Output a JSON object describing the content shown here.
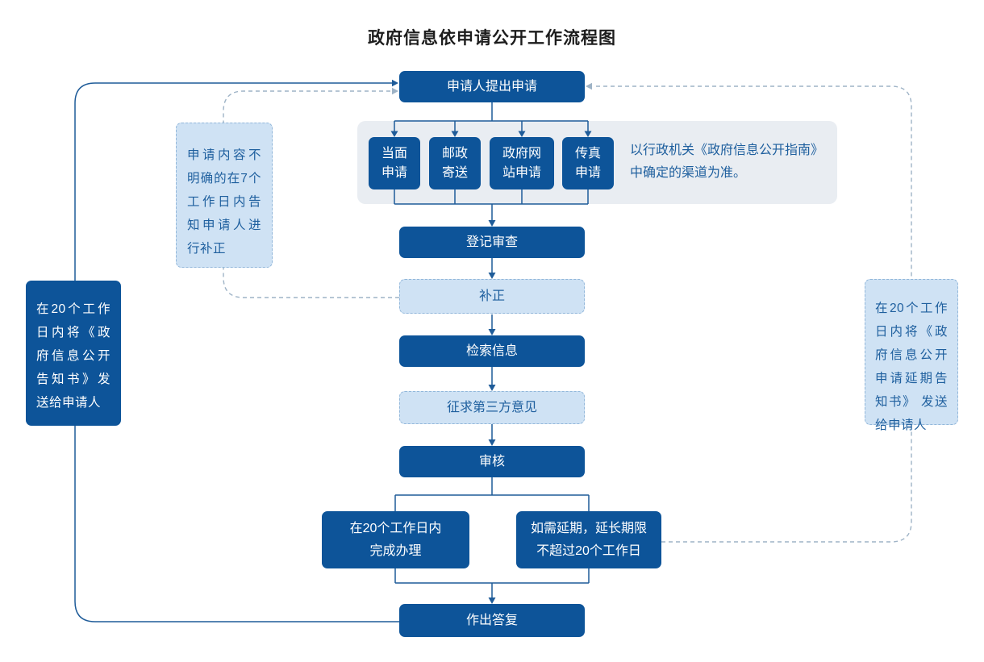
{
  "title": "政府信息依申请公开工作流程图",
  "flow": {
    "apply": "申请人提出申请",
    "channels": [
      {
        "label": "当面申请",
        "lines": [
          "当面",
          "申请"
        ]
      },
      {
        "label": "邮政寄送",
        "lines": [
          "邮政",
          "寄送"
        ]
      },
      {
        "label": "政府网站申请",
        "lines": [
          "政府网",
          "站申请"
        ]
      },
      {
        "label": "传真申请",
        "lines": [
          "传真",
          "申请"
        ]
      }
    ],
    "channels_note": {
      "label": "以行政机关《政府信息公开指南》中确定的渠道为准。",
      "lines": [
        "以行政机关《政府信息公开指南》",
        "中确定的渠道为准。"
      ]
    },
    "register": "登记审查",
    "correction": "补正",
    "search": "检索信息",
    "third_party": "征求第三方意见",
    "review": "审核",
    "complete": {
      "label": "在20个工作日内完成办理",
      "lines": [
        "在20个工作日内",
        "完成办理"
      ]
    },
    "extend": {
      "label": "如需延期，延长期限不超过20个工作日",
      "lines": [
        "如需延期，延长期限",
        "不超过20个工作日"
      ]
    },
    "reply": "作出答复"
  },
  "side_notes": {
    "left_notify": "在20个工作日内将《政府信息公开告知书》发送给申请人",
    "correction_note": "申请内容不明确的在7个工作日内告知申请人进行补正",
    "right_extend_notify": "在20个工作日内将《政府信息公开申请延期告知书》 发送给申请人"
  },
  "colors": {
    "node_dark": "#0d5499",
    "node_light": "#cfe2f4",
    "light_border": "#92b7da",
    "panel": "#e9edf2",
    "solid_line": "#1f5c99",
    "dashed_line": "#9eb3c6",
    "blue_text": "#1e5f9e",
    "title_text": "#1c1c1c"
  }
}
